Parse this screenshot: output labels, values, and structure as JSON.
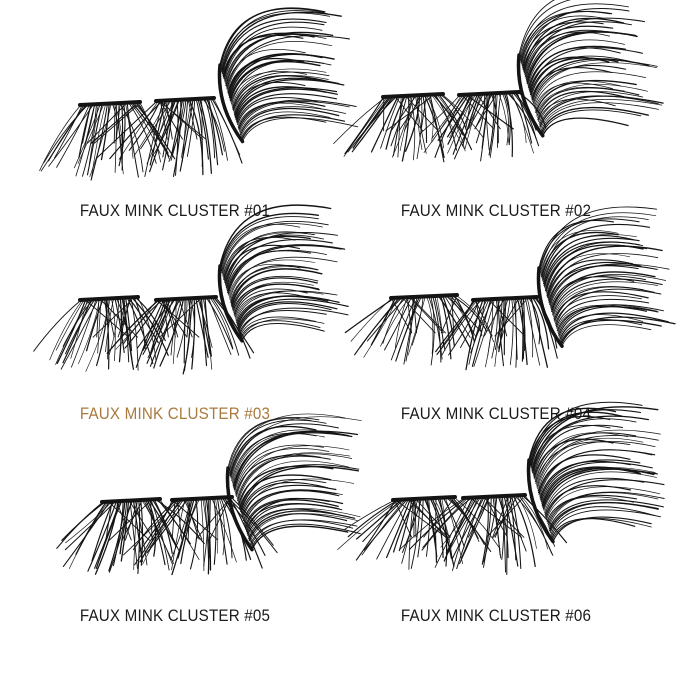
{
  "products": [
    {
      "label": "FAUX MINK CLUSTER #01",
      "color": "#1a1a1a"
    },
    {
      "label": "FAUX MINK CLUSTER #02",
      "color": "#1a1a1a"
    },
    {
      "label": "FAUX MINK CLUSTER #03",
      "color": "#a87a3e"
    },
    {
      "label": "FAUX MINK CLUSTER #04",
      "color": "#1a1a1a"
    },
    {
      "label": "FAUX MINK CLUSTER #05",
      "color": "#1a1a1a"
    },
    {
      "label": "FAUX MINK CLUSTER #06",
      "color": "#1a1a1a"
    }
  ],
  "lash_color": "#141414"
}
